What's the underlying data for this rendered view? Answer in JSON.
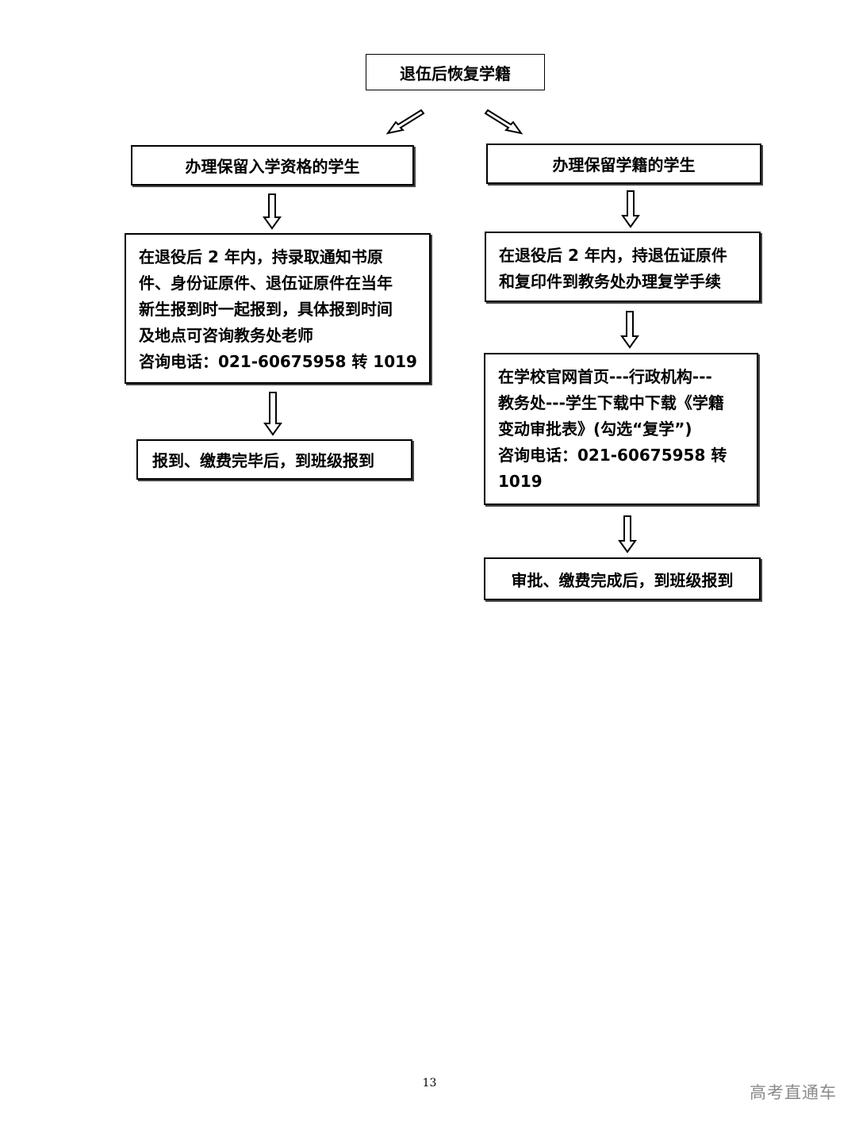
{
  "flow": {
    "title": "退伍后恢复学籍",
    "left": {
      "heading": "办理保留入学资格的学生",
      "detail_lines": [
        "在退役后 2 年内，持录取通知书原",
        "件、身份证原件、退伍证原件在当年",
        "新生报到时一起报到，具体报到时间",
        "及地点可咨询教务处老师",
        "咨询电话：021-60675958 转 1019"
      ],
      "final": "报到、缴费完毕后，到班级报到"
    },
    "right": {
      "heading": "办理保留学籍的学生",
      "detail_lines": [
        "在退役后  2  年内，持退伍证原件",
        "和复印件到教务处办理复学手续"
      ],
      "download_lines": [
        "在学校官网首页---行政机构---",
        "教务处---学生下载中下载《学籍",
        "变动审批表》(勾选“复学”)",
        "咨询电话：021-60675958 转",
        "1019"
      ],
      "final": "审批、缴费完成后，到班级报到"
    }
  },
  "page_number": "13",
  "watermark": "高考直通车"
}
